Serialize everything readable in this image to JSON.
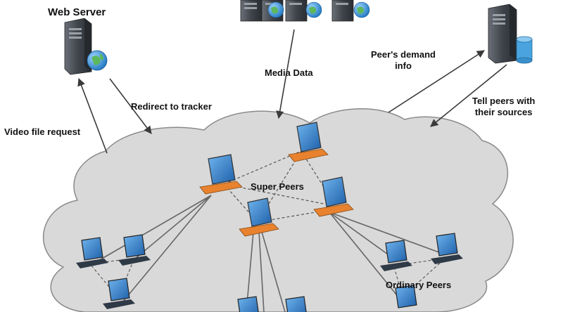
{
  "labels": {
    "web_server": "Web Server",
    "media_data": "Media Data",
    "peers_demand_line1": "Peer's demand",
    "peers_demand_line2": "info",
    "redirect": "Redirect to tracker",
    "video_request": "Video file request",
    "tell_peers_line1": "Tell peers with",
    "tell_peers_line2": "their sources",
    "super_peers": "Super Peers",
    "ordinary_peers": "Ordinary Peers"
  },
  "colors": {
    "cloud_fill": "#d9d9d9",
    "cloud_stroke": "#8a8a8a",
    "super_peer_base": "#e8822e",
    "ordinary_peer_base": "#2f3a47",
    "screen": "#2a78c8",
    "server_body": "#4a4f56",
    "database": "#4aa3df",
    "globe": "#2e8fd3"
  },
  "icons": {
    "web_server": "server-globe-icon",
    "media_servers": "server-globe-icon",
    "tracker": "server-database-icon",
    "super_peer": "laptop-icon",
    "ordinary_peer": "laptop-icon"
  }
}
